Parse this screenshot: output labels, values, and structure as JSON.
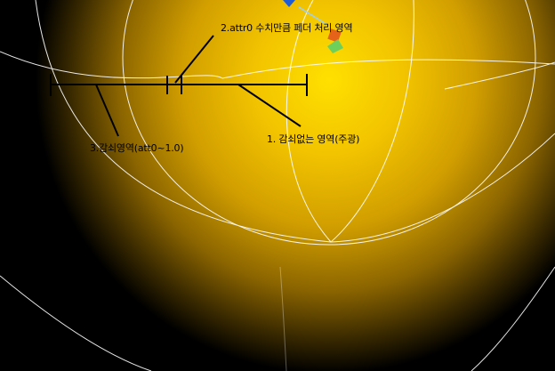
{
  "annotations": {
    "fade_area": "2.attr0 수치만큼 페더 처리 영역",
    "no_attenuation_area": "1. 감쇠없는 영역(주광)",
    "attenuation_area": "3.감쇠영역(att0~1.0)"
  },
  "colors": {
    "background": "#000000",
    "light_center": "#ffd700",
    "light_mid": "#d9a300",
    "light_edge": "#2a1e00",
    "wireframe": "#ffffff",
    "guide_line": "#000000",
    "label_text": "#000000",
    "gizmo_blue": "#1e5bd6",
    "gizmo_orange": "#e5621b",
    "gizmo_green": "#6ed05a"
  },
  "icons": {
    "transform_gizmo": "transform-gizmo-icon"
  }
}
